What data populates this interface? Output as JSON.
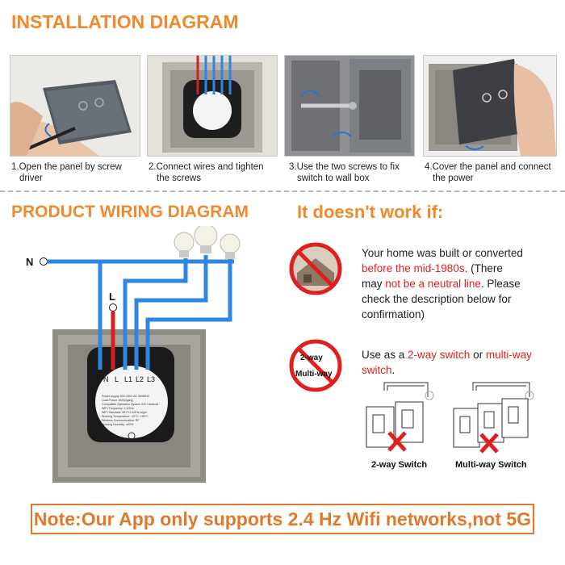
{
  "installation": {
    "title": "INSTALLATION DIAGRAM",
    "steps": [
      {
        "num": "1.",
        "caption_line1": "Open the panel by screw",
        "caption_line2": "driver"
      },
      {
        "num": "2.",
        "caption_line1": "Connect wires and tighten",
        "caption_line2": "the screws"
      },
      {
        "num": "3.",
        "caption_line1": "Use the two screws to fix",
        "caption_line2": "switch to wall box"
      },
      {
        "num": "4.",
        "caption_line1": "Cover the panel and connect",
        "caption_line2": "the power"
      }
    ]
  },
  "wiring": {
    "title": "PRODUCT WIRING DIAGRAM",
    "n_label": "N",
    "l_label": "L",
    "terminals": [
      "N",
      "L",
      "L1",
      "L2",
      "L3"
    ],
    "label_small": [
      "Power supply 90V-250V AC  50/60HZ",
      "Load Power 100W/gang",
      "Compatible Operation System iOS / Android",
      "WIFI Frequency: 2.4GHz",
      "WIFI Standard: Wi-Fi 2.4GHz b/g/n",
      "Working Temperature: -10°C~+55°C",
      "Wireless Communication: RF",
      "Working Humidity: ≤90%"
    ]
  },
  "notwork": {
    "title": "It doesn't work if:",
    "p1": {
      "t1": "Your home was built or converted",
      "t2_red": "before the mid-1980s",
      "t2_after": ". (There",
      "t3_pre": "may ",
      "t3_red": "not be a neutral line",
      "t3_after": ". Please",
      "t4": "check the description below for",
      "t5": "confirmation)"
    },
    "p2": {
      "pre": "Use as a ",
      "red1": "2-way switch",
      "mid": " or ",
      "red2": "multi-way",
      "red3": "switch",
      "end": "."
    },
    "icon_text1": "2-way",
    "icon_text2": "Multi-way",
    "two_way_label": "2-way Switch",
    "multi_way_label": "Multi-way Switch"
  },
  "note": "Note:Our App only supports 2.4 Hz Wifi networks,not 5G",
  "colors": {
    "accent": "#f08a2c",
    "red": "#e02020",
    "wire_blue": "#2e86e0",
    "wire_red": "#d42020"
  }
}
